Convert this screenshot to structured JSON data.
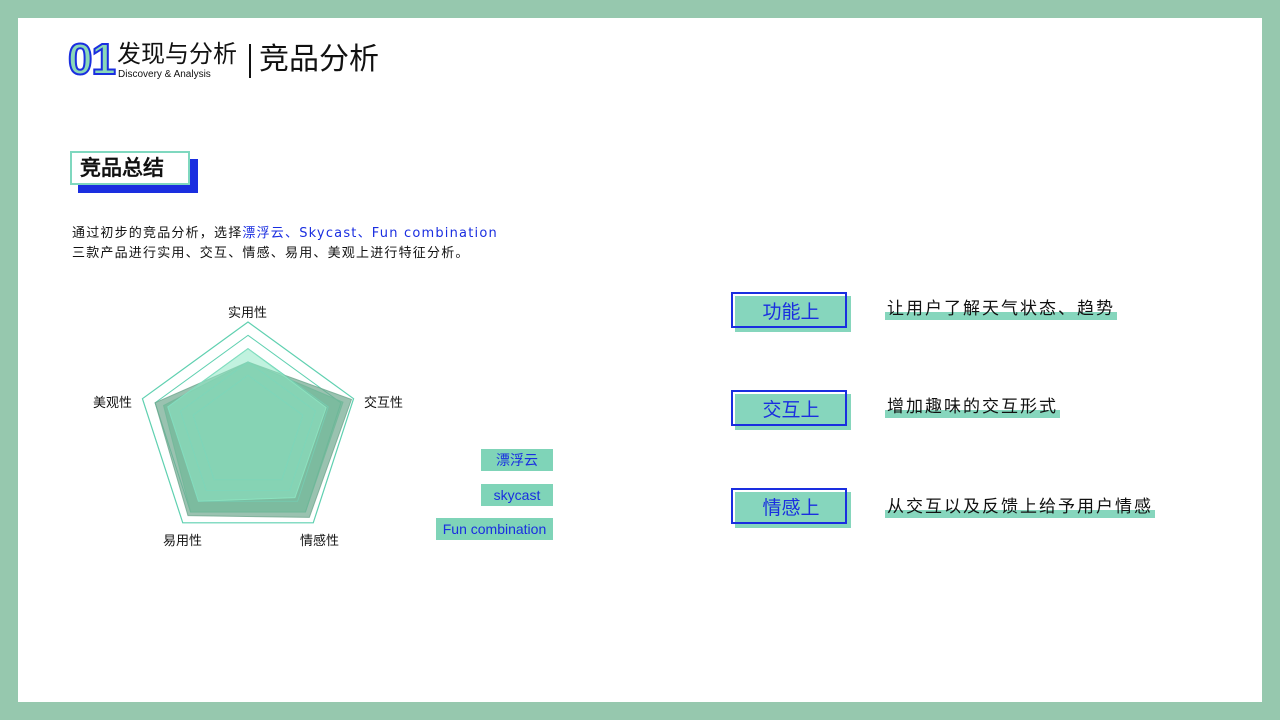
{
  "header": {
    "section_number": "01",
    "section_title_cn": "发现与分析",
    "section_title_en": "Discovery & Analysis",
    "page_title": "竞品分析"
  },
  "summary_tag": {
    "label": "竞品总结"
  },
  "intro": {
    "line1_prefix": "通过初步的竞品分析，选择",
    "line1_highlight": "漂浮云、Skycast、Fun combination",
    "line2": "三款产品进行实用、交互、情感、易用、美观上进行特征分析。"
  },
  "colors": {
    "frame": "#96c8ae",
    "accent_blue": "#1a2ee0",
    "accent_green": "#7fd4b8"
  },
  "chart_data": {
    "type": "radar",
    "title": "",
    "axes": [
      "实用性",
      "交互性",
      "情感性",
      "易用性",
      "美观性"
    ],
    "range": [
      0,
      5
    ],
    "grid_levels": 5,
    "series": [
      {
        "name": "Fun combination",
        "values": [
          3.2,
          4.9,
          4.7,
          4.6,
          4.4
        ],
        "color": "#6fa88f"
      },
      {
        "name": "skycast",
        "values": [
          3.2,
          4.5,
          4.4,
          4.4,
          4.0
        ],
        "color": "#6fb898"
      },
      {
        "name": "漂浮云",
        "values": [
          3.8,
          3.7,
          3.6,
          3.8,
          3.8
        ],
        "color": "#8ee8c4"
      }
    ],
    "legend_position": "right"
  },
  "legend": [
    {
      "label": "漂浮云"
    },
    {
      "label": "skycast"
    },
    {
      "label": "Fun combination"
    }
  ],
  "features": [
    {
      "tag": "功能上",
      "desc": "让用户了解天气状态、趋势"
    },
    {
      "tag": "交互上",
      "desc": "增加趣味的交互形式"
    },
    {
      "tag": "情感上",
      "desc": "从交互以及反馈上给予用户情感"
    }
  ]
}
